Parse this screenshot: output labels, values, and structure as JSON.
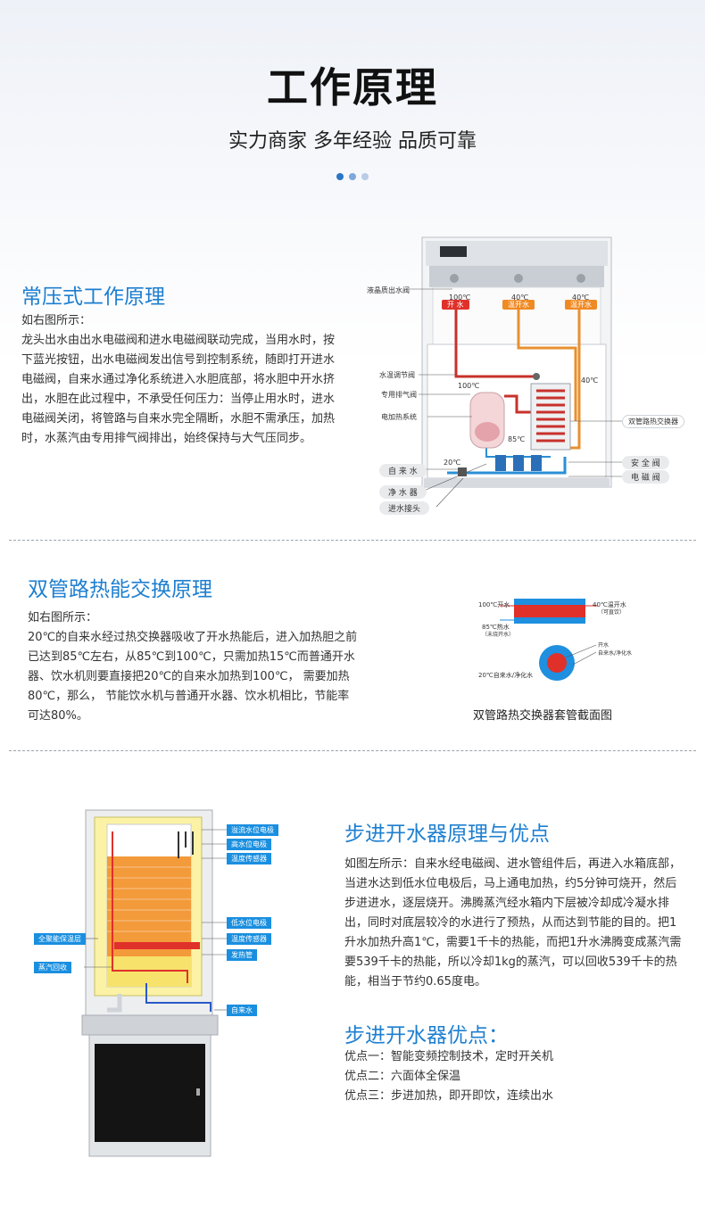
{
  "header": {
    "title": "工作原理",
    "subtitle": "实力商家 多年经验 品质可靠"
  },
  "dots": [
    "#2a76c6",
    "#7fa8d8",
    "#b8cce6"
  ],
  "sec1": {
    "title": "常压式工作原理",
    "intro": "如右图所示：",
    "body": "龙头出水由出水电磁阀和进水电磁阀联动完成，当用水时，按下蓝光按钮，出水电磁阀发出信号到控制系统，随即打开进水电磁阀，自来水通过净化系统进入水胆底部，将水胆中开水挤出，水胆在此过程中，不承受任何压力：当停止用水时，进水电磁阀关闭，将管路与自来水完全隔断，水胆不需承压，加热时，水蒸汽由专用排气阀排出，始终保持与大气压同步。",
    "diagram": {
      "display_label": "液晶质出水阀",
      "taps": [
        {
          "name": "开 水",
          "temp": "100℃",
          "color": "#e0302a"
        },
        {
          "name": "温开水",
          "temp": "40℃",
          "color": "#f08a24"
        },
        {
          "name": "温开水",
          "temp": "40℃",
          "color": "#f08a24"
        }
      ],
      "left_labels": [
        "水温调节阀",
        "专用排气阀",
        "电加热系统"
      ],
      "left_pills": [
        "自 来 水",
        "净 水 器",
        "进水接头"
      ],
      "right_labels": [
        "双管路热交换器"
      ],
      "right_pills": [
        "安 全 阀",
        "电 磁 阀"
      ],
      "temps": {
        "t100": "100℃",
        "t85": "85℃",
        "t40": "40℃",
        "t20": "20℃"
      }
    }
  },
  "sec2": {
    "title": "双管路热能交换原理",
    "intro": "如右图所示：",
    "body": "20℃的自来水经过热交换器吸收了开水热能后，进入加热胆之前已达到85℃左右，从85℃到100℃，只需加热15℃而普通开水器、饮水机则要直接把20℃的自来水加热到100℃， 需要加热80℃，那么， 节能饮水机与普通开水器、饮水机相比，节能率可达80%。",
    "diagram": {
      "caption": "双管路热交换器套管截面图",
      "labels": {
        "hot_in": "100℃开水",
        "warm_out": "40℃温开水",
        "warm_sub": "（可直饮）",
        "heated": "85℃热水",
        "heated_sub": "（未烧开水）",
        "cold_in": "20℃自来水/净化水",
        "leg_hot": "开水",
        "leg_cold": "自来水/净化水"
      }
    }
  },
  "sec3": {
    "title": "步进开水器原理与优点",
    "body": "如图左所示：自来水经电磁阀、进水管组件后，再进入水箱底部，当进水达到低水位电极后，马上通电加热，约5分钟可烧开，然后步进进水，逐层烧开。沸腾蒸汽经水箱内下层被冷却成冷凝水排出，同时对底层较冷的水进行了预热，从而达到节能的目的。把1升水加热升高1℃，需要1千卡的热能，而把1升水沸腾变成蒸汽需要539千卡的热能，所以冷却1kg的蒸汽，可以回收539千卡的热能，相当于节约0.65度电。",
    "adv_title": "步进开水器优点：",
    "advantages": [
      "优点一：智能变频控制技术，定时开关机",
      "优点二：六面体全保温",
      "优点三：步进加热，即开即饮，连续出水"
    ],
    "diagram": {
      "right_tags": [
        "溢流水位电极",
        "高水位电极",
        "温度传感器",
        "低水位电极",
        "温度传感器",
        "发热管",
        "自来水"
      ],
      "left_tags": [
        "全聚能保温层",
        "蒸汽回收"
      ]
    }
  }
}
